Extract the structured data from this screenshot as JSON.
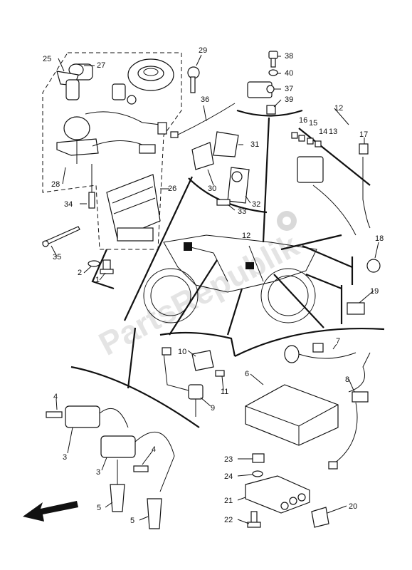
{
  "watermark": "PartsRepublik",
  "labels": {
    "p1": "1",
    "p2": "2",
    "p3a": "3",
    "p3b": "3",
    "p4a": "4",
    "p4b": "4",
    "p5a": "5",
    "p5b": "5",
    "p6": "6",
    "p7": "7",
    "p8": "8",
    "p9": "9",
    "p10": "10",
    "p11": "11",
    "p12a": "12",
    "p12b": "12",
    "p13": "13",
    "p14": "14",
    "p15": "15",
    "p16": "16",
    "p17": "17",
    "p18": "18",
    "p19": "19",
    "p20": "20",
    "p21": "21",
    "p22": "22",
    "p23": "23",
    "p24": "24",
    "p25": "25",
    "p26": "26",
    "p27": "27",
    "p28": "28",
    "p29": "29",
    "p30": "30",
    "p31": "31",
    "p32": "32",
    "p33": "33",
    "p34": "34",
    "p35": "35",
    "p36": "36",
    "p37": "37",
    "p38": "38",
    "p39": "39",
    "p40": "40"
  }
}
